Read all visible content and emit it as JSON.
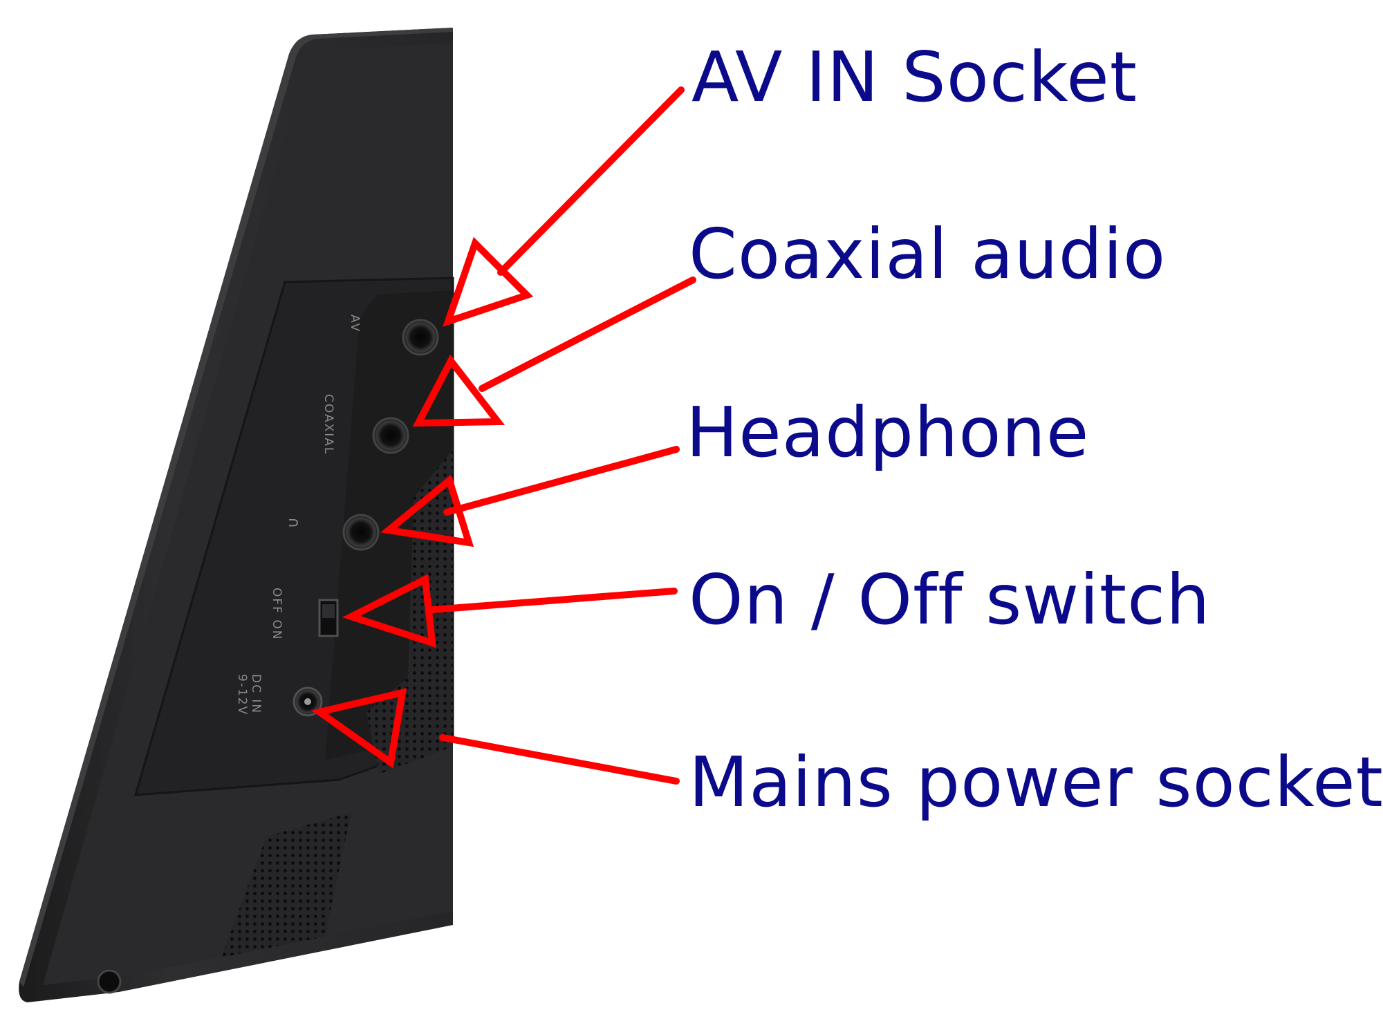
{
  "colors": {
    "label_text": "#0a0a8a",
    "arrow": "#ff0000",
    "device_body": "#2b2b2d",
    "device_edge": "#1a1a1b",
    "panel": "#1f1f20",
    "background": "#ffffff"
  },
  "device_markings": {
    "av": "AV",
    "coaxial": "COAXIAL",
    "headphone_symbol": "∩",
    "switch": "OFF  ON",
    "dc_in": "DC IN",
    "voltage": "9-12V"
  },
  "callouts": [
    {
      "id": "av-in",
      "label": "AV IN Socket"
    },
    {
      "id": "coaxial",
      "label": "Coaxial audio"
    },
    {
      "id": "headphone",
      "label": "Headphone"
    },
    {
      "id": "switch",
      "label": "On / Off switch"
    },
    {
      "id": "power",
      "label": "Mains power socket"
    }
  ]
}
